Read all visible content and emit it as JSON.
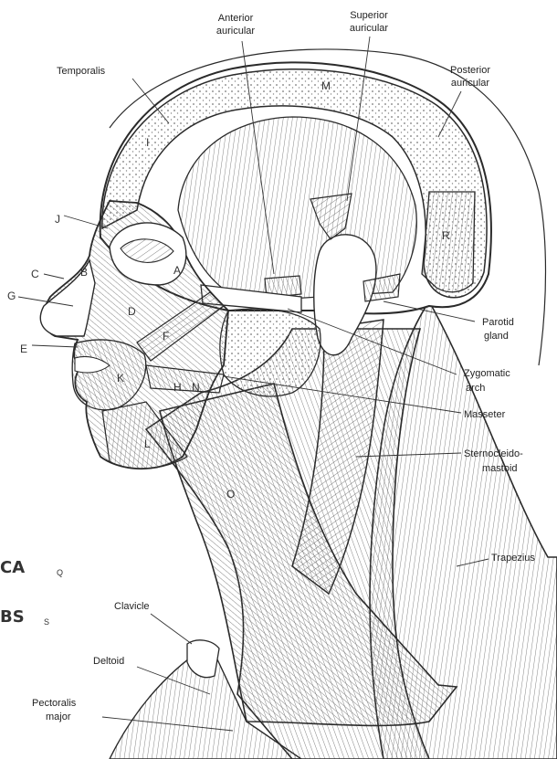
{
  "labels": {
    "anterior_auricular": [
      "Anterior",
      "auricular"
    ],
    "superior_auricular": [
      "Superior",
      "auricular"
    ],
    "temporalis": "Temporalis",
    "posterior_auricular": [
      "Posterior",
      "auricular"
    ],
    "parotid_gland": [
      "Parotid",
      "gland"
    ],
    "zygomatic_arch": [
      "Zygomatic",
      "arch"
    ],
    "masseter": "Masseter",
    "sternocleido_mastoid": [
      "Sternocleido-",
      "mastoid"
    ],
    "trapezius": "Trapezius",
    "clavicle": "Clavicle",
    "deltoid": "Deltoid",
    "pectoralis_major": [
      "Pectoralis",
      "major"
    ]
  },
  "letters": {
    "I": "I",
    "M": "M",
    "R": "R",
    "J": "J",
    "C": "C",
    "G": "G",
    "E": "E",
    "A": "A",
    "B": "B",
    "D": "D",
    "F": "F",
    "K": "K",
    "H": "H",
    "L": "L",
    "O": "O",
    "N": "N"
  },
  "side_marks": {
    "ca": "CA",
    "ca_sub": "Q",
    "bs": "BS",
    "bs_sub": "S"
  },
  "colors": {
    "line": "#2a2a2a",
    "hatch": "#555555",
    "background": "#ffffff"
  }
}
